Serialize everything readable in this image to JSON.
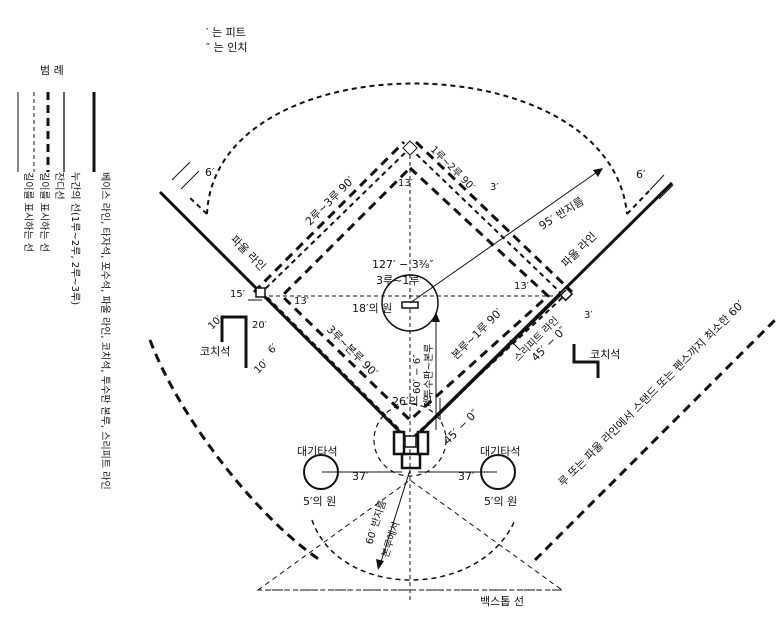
{
  "units": {
    "feet": "′ 는 피트",
    "inches": "″ 는 인치"
  },
  "legend": {
    "title": "범 례",
    "items": [
      "베이스 라인, 타자석, 포수석, 파울 라인, 코치석, 투수판 본루, 스리피트 라인",
      "누간의 선(1루~2루, 2루~3루)",
      "잔디선",
      "길이를 표시하는 선",
      "길이를 표시하는 선"
    ]
  },
  "labels": {
    "foul_line_left": "파울 라인",
    "foul_line_right": "파울 라인",
    "coach_box_left": "코치석",
    "coach_box_right": "코치석",
    "on_deck_left": "대기타석",
    "on_deck_right": "대기타석",
    "circle_5_left": "5′의 원",
    "circle_5_right": "5′의 원",
    "circle_18": "18′의 원",
    "circle_26": "26′의 원",
    "backstop": "백스톱 선",
    "radius_95": "95′ 반지름",
    "radius_60": "60′ 반지름",
    "from_home": "본루에서",
    "three_foot_line": "스리피트 라인",
    "stands_note": "루 또는 파울 라인에서 스탠드 또는 펜스까지 최소한 60′",
    "second_third": "2루~3루 90′",
    "first_second": "1루~2루 90′",
    "third_home": "3루~본루 90′",
    "home_first": "본루~1루 90′",
    "diag_main": "127′ − 3⅜″",
    "diag_sub": "3루~1루",
    "pitch_dist": "60′ − 6″",
    "pitch_sub": "투수판~본루",
    "d45_left": "45′ − 0″",
    "d45_right": "45′ − 0″",
    "d37_left": "37′",
    "d37_right": "37′",
    "d6_topleft": "6′",
    "d6_topright": "6′",
    "d13_top": "13′",
    "d13_left": "13′",
    "d13_right": "13′",
    "d15": "15′",
    "d3_top": "3′",
    "d3_right": "3′",
    "d20": "20′",
    "d10a": "10′",
    "d10b": "10′",
    "d6_left": "6′"
  }
}
